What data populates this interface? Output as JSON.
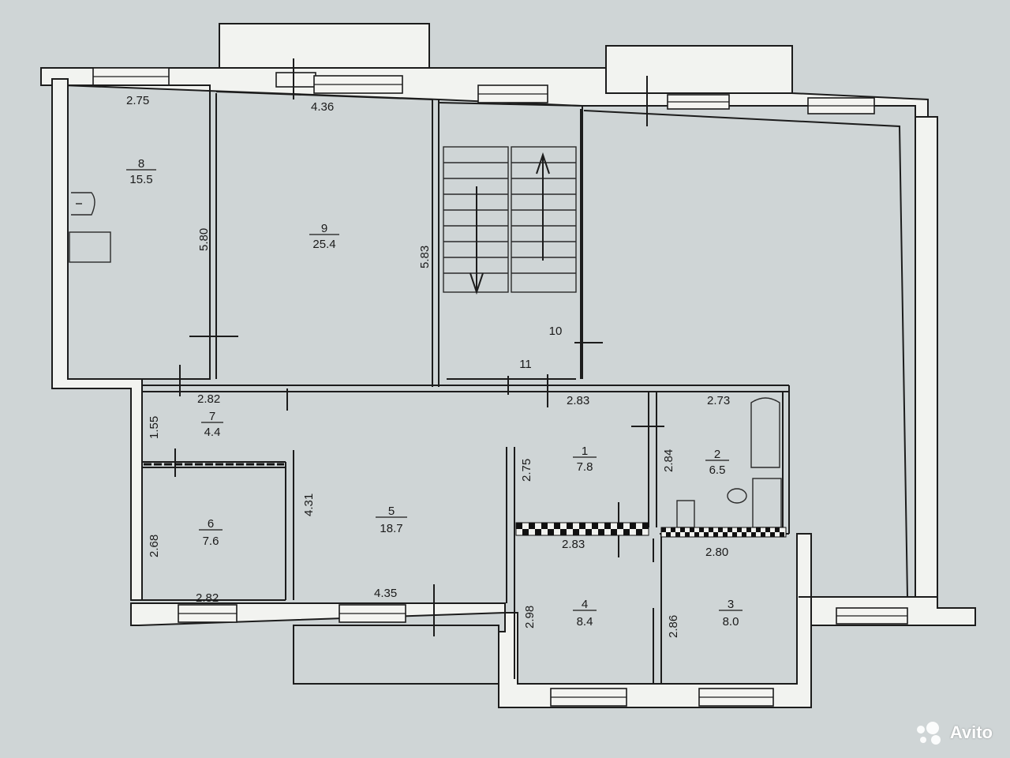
{
  "rooms": [
    {
      "id": "8",
      "num": "8",
      "area": "15.5"
    },
    {
      "id": "9",
      "num": "9",
      "area": "25.4"
    },
    {
      "id": "7",
      "num": "7",
      "area": "4.4"
    },
    {
      "id": "6",
      "num": "6",
      "area": "7.6"
    },
    {
      "id": "5",
      "num": "5",
      "area": "18.7"
    },
    {
      "id": "1",
      "num": "1",
      "area": "7.8"
    },
    {
      "id": "2",
      "num": "2",
      "area": "6.5"
    },
    {
      "id": "4",
      "num": "4",
      "area": "8.4"
    },
    {
      "id": "3",
      "num": "3",
      "area": "8.0"
    },
    {
      "id": "10",
      "num": "10",
      "area": ""
    },
    {
      "id": "11",
      "num": "11",
      "area": ""
    }
  ],
  "dimensions": {
    "d_275_top": "2.75",
    "d_436": "4.36",
    "d_580": "5.80",
    "d_583": "5.83",
    "d_282_mid": "2.82",
    "d_155": "1.55",
    "d_431": "4.31",
    "d_268": "2.68",
    "d_282_bot": "2.82",
    "d_435": "4.35",
    "d_283_top": "2.83",
    "d_273": "2.73",
    "d_275_r1": "2.75",
    "d_284": "2.84",
    "d_283_mid": "2.83",
    "d_280": "2.80",
    "d_298": "2.98",
    "d_286": "2.86"
  },
  "watermark": {
    "name": "Avito",
    "icon": "avito-dots-logo"
  }
}
